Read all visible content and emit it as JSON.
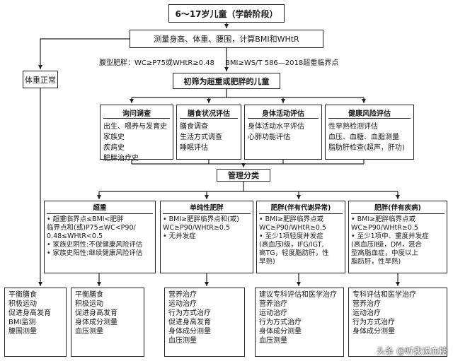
{
  "top": {
    "title": "6～17岁儿童（学龄阶段）",
    "measure": "测量身高、体重、腰围，计算BMI和WHtR"
  },
  "normal_weight": "体重正常",
  "criteria": {
    "waist": "腹型肥胖：WC≥P75或WHtR≥0.48",
    "bmi": "BMI≥WS/T 586—2018超重临界点"
  },
  "screening": "初筛为超重或肥胖的儿童",
  "assessments": [
    {
      "title": "询问调查",
      "lines": [
        "出生、喂养与发育史",
        "家族史",
        "疾病史",
        "肥胖治疗史"
      ]
    },
    {
      "title": "膳食状况评估",
      "lines": [
        "膳食调查",
        "生活方式调查",
        "睡眠评估"
      ]
    },
    {
      "title": "身体活动评估",
      "lines": [
        "身体活动水平评估",
        "心肺功能评估"
      ]
    },
    {
      "title": "健康风险评估",
      "lines": [
        "性早熟检测评估",
        "血压、血糖、血脂测量",
        "脂肪肝检查(超声，肝功)"
      ]
    }
  ],
  "classification": "管理分类",
  "categories": [
    {
      "title": "超重",
      "lines": [
        "• 超重临界点≤BMI<肥胖",
        "  临界点和(或)P75≤WC<P90/",
        "  0.48≤WHtR<0.5",
        "• 家族史阴性:不做健康风险评估",
        "• 家族史阳性:继续健康风险评估"
      ]
    },
    {
      "title": "单纯性肥胖",
      "lines": [
        "• BMI≥肥胖临界点和(或)",
        "  WC≥P90/WHtR≥0.5",
        "• 无并发症"
      ]
    },
    {
      "title": "肥胖(伴有代谢异常)",
      "lines": [
        "• BMI≥肥胖临界点或",
        "  WC≥P90/WHtR≥0.5",
        "• 至少1项轻度并发症",
        "  (高血压Ⅰ级，IFG/IGT,",
        "  高TG，轻度脂肪肝，性",
        "  早熟)"
      ]
    },
    {
      "title": "肥胖(伴有疾病)",
      "lines": [
        "• BMI≥肥胖临界点或",
        "  WC≥P90/WHtR≥0.5",
        "• 至少1项中、重度并发症",
        "  (高血压Ⅱ级，DM，混合",
        "  型高脂血症，中度以上",
        "  脂肪肝，性早熟)"
      ]
    }
  ],
  "interventions": [
    {
      "lines": [
        "平衡膳食",
        "积极运动",
        "促进身高发育",
        "BMI监测",
        "腰围测量"
      ]
    },
    {
      "lines": [
        "平衡膳食",
        "积极运动",
        "促进身高发育",
        "身体成分测量",
        "血压测量"
      ]
    },
    {
      "lines": [
        "营养治疗",
        "运动治疗",
        "行为方式治疗",
        "促进身高发育",
        "身体成分测量",
        "血压测量"
      ]
    },
    {
      "lines": [
        "建议专科评估和医学治疗",
        "营养治疗",
        "运动治疗",
        "行为方式治疗",
        "身体成分测量",
        "血压测量"
      ]
    },
    {
      "lines": [
        "专科评估和医学治疗",
        "营养治疗",
        "运动治疗",
        "行为方式治疗",
        "身体成分测量"
      ]
    }
  ],
  "watermark": "头条 @听我说血糖",
  "colors": {
    "line": "#222222",
    "background": "#ffffff",
    "text": "#1a1a1a"
  }
}
